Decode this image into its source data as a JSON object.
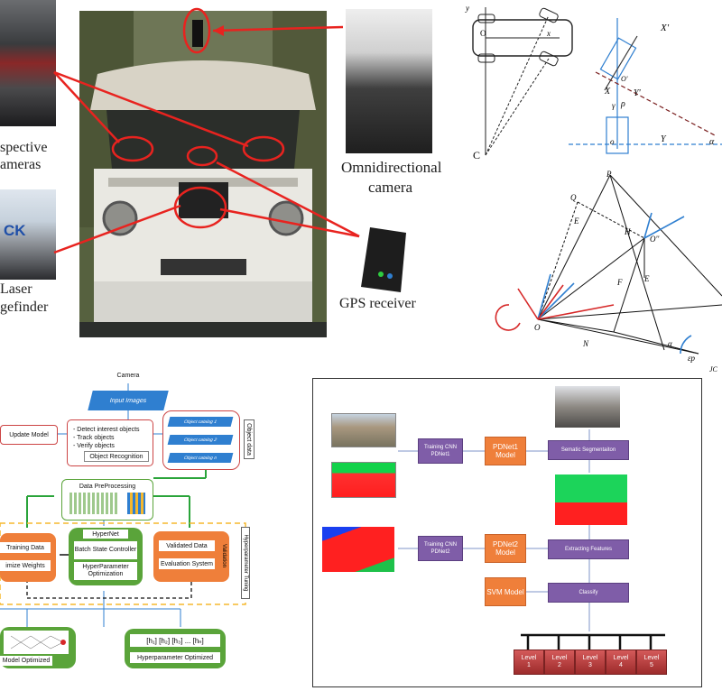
{
  "vehicle": {
    "labels": {
      "perspective_l1": "spective",
      "perspective_l2": "ameras",
      "omni_l1": "Omnidirectional",
      "omni_l2": "camera",
      "laser_l1": "Laser",
      "laser_l2": "gefinder",
      "gps": "GPS receiver",
      "sick": "CK"
    }
  },
  "kinematics": {
    "labels": {
      "y": "y",
      "o": "O",
      "x": "x",
      "c": "C",
      "xp": "X'",
      "yp": "Y'",
      "X": "X",
      "Y": "Y",
      "gamma": "γ",
      "rho": "ρ",
      "o2": "o",
      "alpha": "α",
      "o3": "O'"
    }
  },
  "geometry": {
    "labels": {
      "p": "P",
      "q": "Q",
      "e1": "E",
      "h": "H",
      "op": "O''",
      "f": "F",
      "e2": "E",
      "o": "O",
      "n": "N",
      "alpha": "α",
      "ep": "εp",
      "jc": "JC"
    }
  },
  "hyper_flow": {
    "camera": "Camera",
    "input_images": "Input Images",
    "update_model": "Update Model",
    "object_recognition_items": [
      "- Detect interest objects",
      "- Track objects",
      "- Verify objects"
    ],
    "object_recognition": "Object Recognition",
    "catalogs": [
      "Object catalog 1",
      "Object catalog 2",
      "Object catalog n"
    ],
    "object_data": "Object data",
    "preprocessing": "Data PreProcessing",
    "training_data": "Training Data",
    "optimize_weights": "imize Weights",
    "hypernet": "HyperNet",
    "batch_state": "Batch State Controller",
    "hyper_opt": "HyperParameter Optimization",
    "validated_data": "Validated Data",
    "evaluation": "Evaluation System",
    "validation": "Validation",
    "tuning": "Hyperparameter Tuning",
    "model_optimized": "Model Optimized",
    "hparams": "[h₁]  [h₂]  [h₃] ... [hₙ]",
    "hparams_optimized": "Hyperparameter Optimized"
  },
  "pdnet_flow": {
    "train1": "Training CNN PDNet1",
    "pdnet1": "PDNet1 Model",
    "semantic": "Sematic Segmentaiton",
    "train2": "Training CNN PDNet2",
    "pdnet2": "PDNet2 Model",
    "extract": "Extracting Features",
    "svm": "SVM Model",
    "classify": "Classify",
    "level_word": "Level",
    "levels": [
      "1",
      "2",
      "3",
      "4",
      "5"
    ]
  },
  "colors": {
    "arrow_red": "#e8231f",
    "purple": "#7f5da8",
    "orange": "#ef7f3a",
    "green_frame": "#5aa43a",
    "flow_blue": "#2f7fd0",
    "level_red": "#b33a3a"
  }
}
